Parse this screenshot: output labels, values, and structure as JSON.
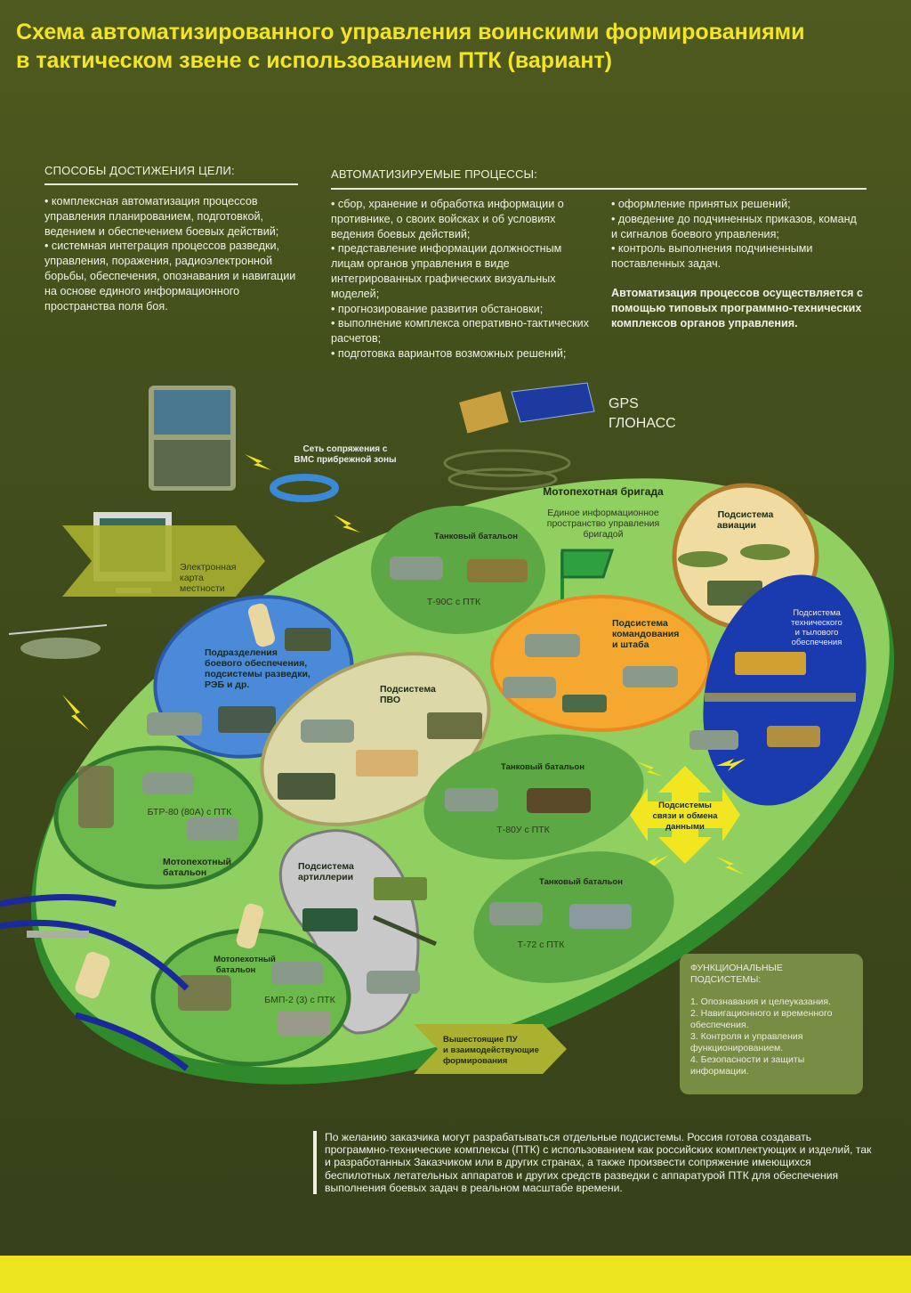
{
  "title": {
    "line1": "Схема  автоматизированного управления воинскими  формированиями",
    "line2": "в тактическом звене с использованием ПТК (вариант)"
  },
  "methods": {
    "heading": "СПОСОБЫ ДОСТИЖЕНИЯ ЦЕЛИ:",
    "items": [
      "• комплексная автоматизация процессов управления планированием, подготовкой, ведением и обеспечением боевых действий;",
      "• системная интеграция процессов разведки, управления, поражения, радиоэлектронной борьбы, обеспечения, опознавания и навигации на основе единого информационного пространства поля боя."
    ]
  },
  "processes": {
    "heading": "АВТОМАТИЗИРУЕМЫЕ ПРОЦЕССЫ:",
    "col1": [
      "• сбор, хранение и обработка информации о противнике, о своих войсках и об условиях ведения боевых действий;",
      "• представление информации должностным лицам органов управления в виде интегрированных графических визуальных моделей;",
      "• прогнозирование развития обстановки;",
      "• выполнение комплекса оперативно-тактических расчетов;",
      "• подготовка вариантов возможных решений;"
    ],
    "col2": [
      "• оформление принятых решений;",
      "• доведение до подчиненных приказов, команд и сигналов боевого управления;",
      "• контроль выполнения подчиненными поставленных задач."
    ],
    "conclusion": "Автоматизация процессов осуществляется с помощью типовых программно-технических комплексов органов управления."
  },
  "diagram": {
    "gps": [
      "GPS",
      "ГЛОНАСС"
    ],
    "navy_link": [
      "Сеть сопряжения с",
      "ВМС прибрежной зоны"
    ],
    "map_label": [
      "Электронная",
      "карта",
      "местности"
    ],
    "brigade": "Мотопехотная бригада",
    "info_space": [
      "Единое информационное",
      "пространство управления",
      "бригадой"
    ],
    "tank_bn_1": {
      "title": "Танковый батальон",
      "caption": "Т-90С с ПТК"
    },
    "aviation": [
      "Подсистема",
      "авиации"
    ],
    "command": [
      "Подсистема",
      "командования",
      "и штаба"
    ],
    "logistics": [
      "Подсистема",
      "технического",
      "и тылового",
      "обеспечения"
    ],
    "support": [
      "Подразделения",
      "боевого обеспечения,",
      "подсистемы разведки,",
      "РЭБ и др."
    ],
    "air_defense": [
      "Подсистема",
      "ПВО"
    ],
    "motor_bn_1": {
      "caption": "БТР-80 (80А) с ПТК",
      "title": [
        "Мотопехотный",
        "батальон"
      ]
    },
    "tank_bn_2": {
      "title": "Танковый батальон",
      "caption": "Т-80У с ПТК"
    },
    "comms": [
      "Подсистемы",
      "связи и обмена",
      "данными"
    ],
    "artillery": [
      "Подсистема",
      "артиллерии"
    ],
    "tank_bn_3": {
      "title": "Танковый батальон",
      "caption": "Т-72  с ПТК"
    },
    "motor_bn_2": {
      "title": [
        "Мотопехотный",
        "батальон"
      ],
      "caption": "БМП-2 (3) с ПТК"
    },
    "higher": [
      "Вышестоящие ПУ",
      "и взаимодействующие",
      "формирования"
    ]
  },
  "functional": {
    "heading": [
      "ФУНКЦИОНАЛЬНЫЕ",
      "ПОДСИСТЕМЫ:"
    ],
    "items": [
      "1. Опознавания и целеуказания.",
      "2. Навигационного и временного обеспечения.",
      "3. Контроля и управления функционированием.",
      "4. Безопасности и защиты информации."
    ]
  },
  "note": "По желанию заказчика могут разрабатываться отдельные подсистемы. Россия готова создавать программно-технические комплексы (ПТК) с использованием как российских комплектующих и изделий, так и разработанных Заказчиком или в других странах, а также произвести сопряжение имеющихся беспилотных летательных аппаратов и других средств разведки с аппаратурой ПТК для обеспечения выполнения боевых задач в реальном масштабе времени.",
  "colors": {
    "title": "#f3e523",
    "field": "#8fd060",
    "bottom_strip": "#ece520"
  }
}
